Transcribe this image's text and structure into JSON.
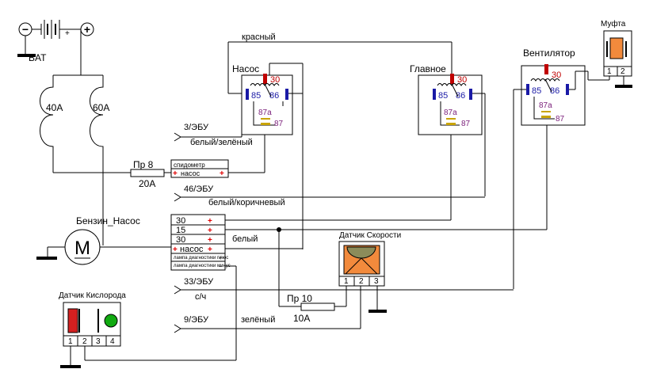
{
  "battery": {
    "label": "BAT",
    "minus": "−",
    "plus": "+"
  },
  "fuses_main": {
    "f1": "40A",
    "f2": "60A"
  },
  "fuse8": {
    "name": "Пр 8",
    "rating": "20A"
  },
  "fuse10": {
    "name": "Пр 10",
    "rating": "10A"
  },
  "relay_pump": {
    "title": "Насос",
    "p30": "30",
    "p85": "85",
    "p86": "86",
    "p87a": "87a",
    "p87": "87"
  },
  "relay_main": {
    "title": "Главное",
    "p30": "30",
    "p85": "85",
    "p86": "86",
    "p87a": "87a",
    "p87": "87"
  },
  "relay_fan": {
    "title": "Вентилятор",
    "p30": "30",
    "p85": "85",
    "p86": "86",
    "p87a": "87a",
    "p87": "87"
  },
  "clutch": {
    "title": "Муфта",
    "pin1": "1",
    "pin2": "2"
  },
  "wires": {
    "red": "красный",
    "ecu3": "3/ЭБУ",
    "white_green": "белый/зелёный",
    "ecu46": "46/ЭБУ",
    "white_brown": "белый/коричневый",
    "white": "белый",
    "ecu33": "33/ЭБУ",
    "sch": "с/ч",
    "ecu9": "9/ЭБУ",
    "green": "зелёный"
  },
  "speedo_block": {
    "title": "спидометр",
    "row": "насос",
    "plus": "+"
  },
  "connector": {
    "rows": [
      "30",
      "15",
      "30",
      "насос"
    ],
    "plus": "+",
    "diag1": "лампа диагностики плюс",
    "diag1_sign": "+",
    "diag2": "лампа диагностики минус",
    "diag2_sign": "−"
  },
  "pump_motor": {
    "title": "Бензин_Насос",
    "symbol": "M"
  },
  "speed_sensor": {
    "title": "Датчик Скорости",
    "pins": [
      "1",
      "2",
      "3"
    ]
  },
  "o2_sensor": {
    "title": "Датчик Кислорода",
    "pins": [
      "1",
      "2",
      "3",
      "4"
    ]
  },
  "colors": {
    "orange": "#f28a3c",
    "olive": "#8c8c5a",
    "red_el": "#d42020",
    "green_el": "#11aa11",
    "coil_blue": "#1a1aa6"
  }
}
